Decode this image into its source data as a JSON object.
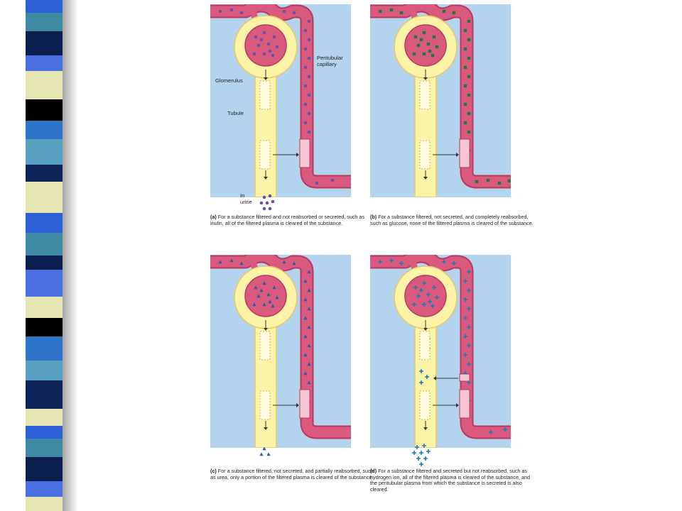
{
  "colors": {
    "background": "#b3d3ee",
    "capillary": "#d95a7e",
    "capillary_edge": "#b8385e",
    "tubule": "#fbf3a5",
    "tubule_edge": "#e8c76a",
    "particle_a": "#6e4fa8",
    "particle_b": "#1e7a3a",
    "particle_c": "#2a5aa8",
    "particle_d": "#1f7ab0"
  },
  "labels": {
    "peritubular": "Peritubular\ncapillary",
    "glomerulus": "Glomerulus",
    "tubule": "Tubule",
    "urine": "In\nurine"
  },
  "panels": [
    {
      "id": "a",
      "tag": "(a)",
      "marker": "circle-marker",
      "caption": "For a substance filtered and not reabsorbed or secreted, such as inulin, all of the filtered plasma is cleared of the substance."
    },
    {
      "id": "b",
      "tag": "(b)",
      "marker": "square-marker",
      "caption": "For a substance filtered, not secreted, and completely reabsorbed, such as glucose, none of the filtered plasma is cleared of the substance."
    },
    {
      "id": "c",
      "tag": "(c)",
      "marker": "triangle-marker",
      "caption": "For a substance filtered, not secreted, and partially reabsorbed, such as urea, only a portion of the filtered plasma is cleared of the substance."
    },
    {
      "id": "d",
      "tag": "(d)",
      "marker": "plus-marker",
      "caption": "For a substance filtered and secreted but not reabsorbed, such as hydrogen ion, all of the filtered plasma is cleared of the substance, and the peritubular plasma from which the substance is secreted is also cleared."
    }
  ]
}
